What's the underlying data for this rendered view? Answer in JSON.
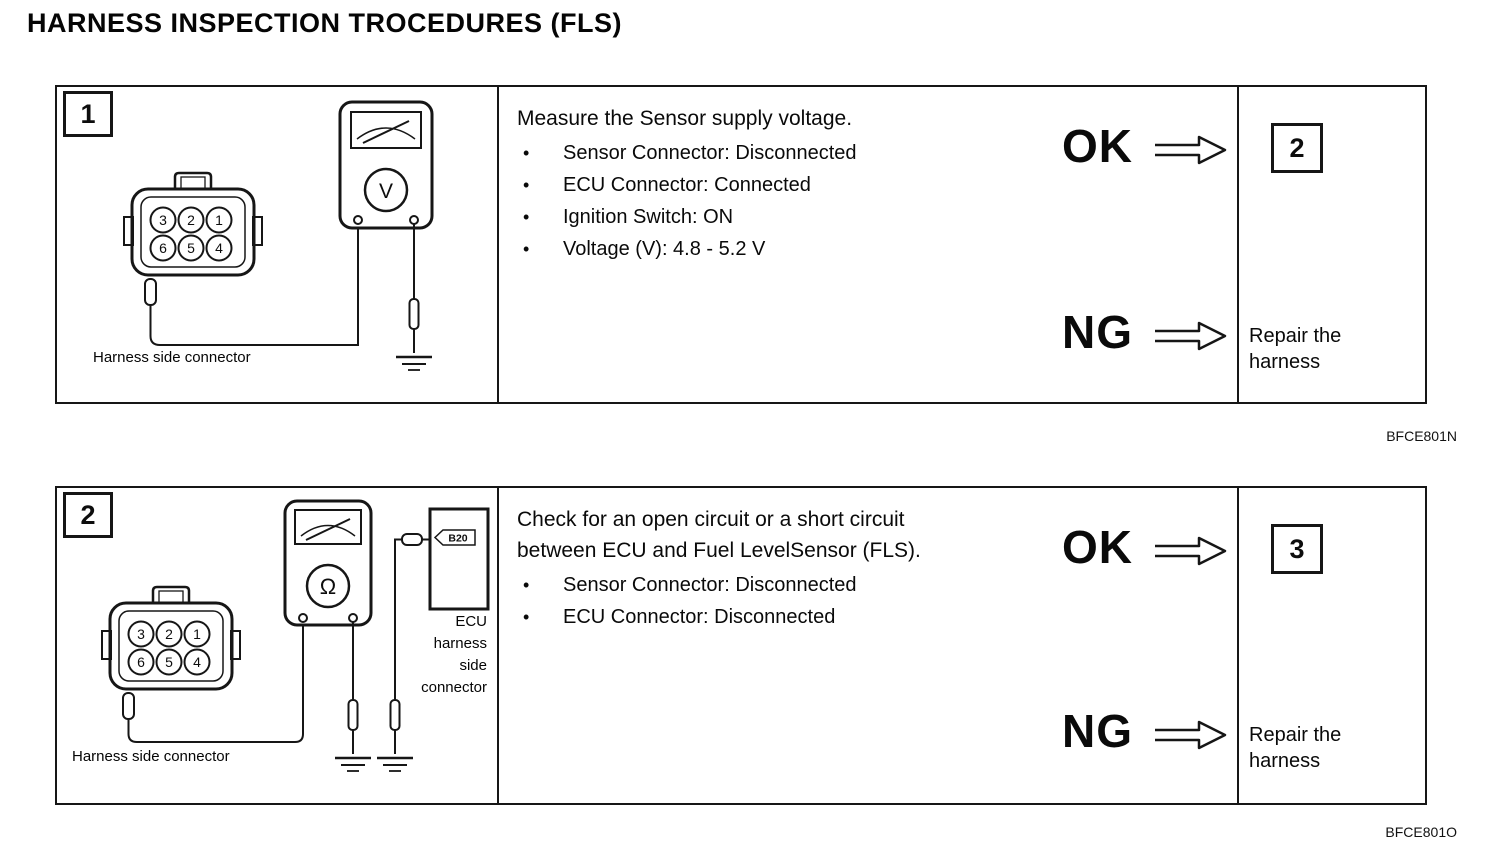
{
  "page": {
    "title": "HARNESS INSPECTION TROCEDURES (FLS)"
  },
  "panels": [
    {
      "step": "1",
      "meter_symbol": "V",
      "pins": [
        "3",
        "2",
        "1",
        "6",
        "5",
        "4"
      ],
      "connector_label": "Harness side connector",
      "instruction_lines": [
        "Measure the Sensor supply voltage."
      ],
      "bullets": [
        "Sensor Connector: Disconnected",
        "ECU Connector: Connected",
        "Ignition Switch: ON",
        "Voltage (V): 4.8 - 5.2 V"
      ],
      "ok_label": "OK",
      "ok_target_step": "2",
      "ng_label": "NG",
      "ng_action": "Repair the harness",
      "figure_code": "BFCE801N"
    },
    {
      "step": "2",
      "meter_symbol": "Ω",
      "pins": [
        "3",
        "2",
        "1",
        "6",
        "5",
        "4"
      ],
      "connector_label": "Harness side connector",
      "ecu_tag": "B20",
      "ecu_label_lines": [
        "ECU",
        "harness",
        "side",
        "connector"
      ],
      "instruction_lines": [
        "Check for an open circuit or a short circuit",
        "between ECU and Fuel LevelSensor (FLS)."
      ],
      "bullets": [
        "Sensor Connector: Disconnected",
        "ECU Connector: Disconnected"
      ],
      "ok_label": "OK",
      "ok_target_step": "3",
      "ng_label": "NG",
      "ng_action": "Repair the harness",
      "figure_code": "BFCE801O"
    }
  ]
}
